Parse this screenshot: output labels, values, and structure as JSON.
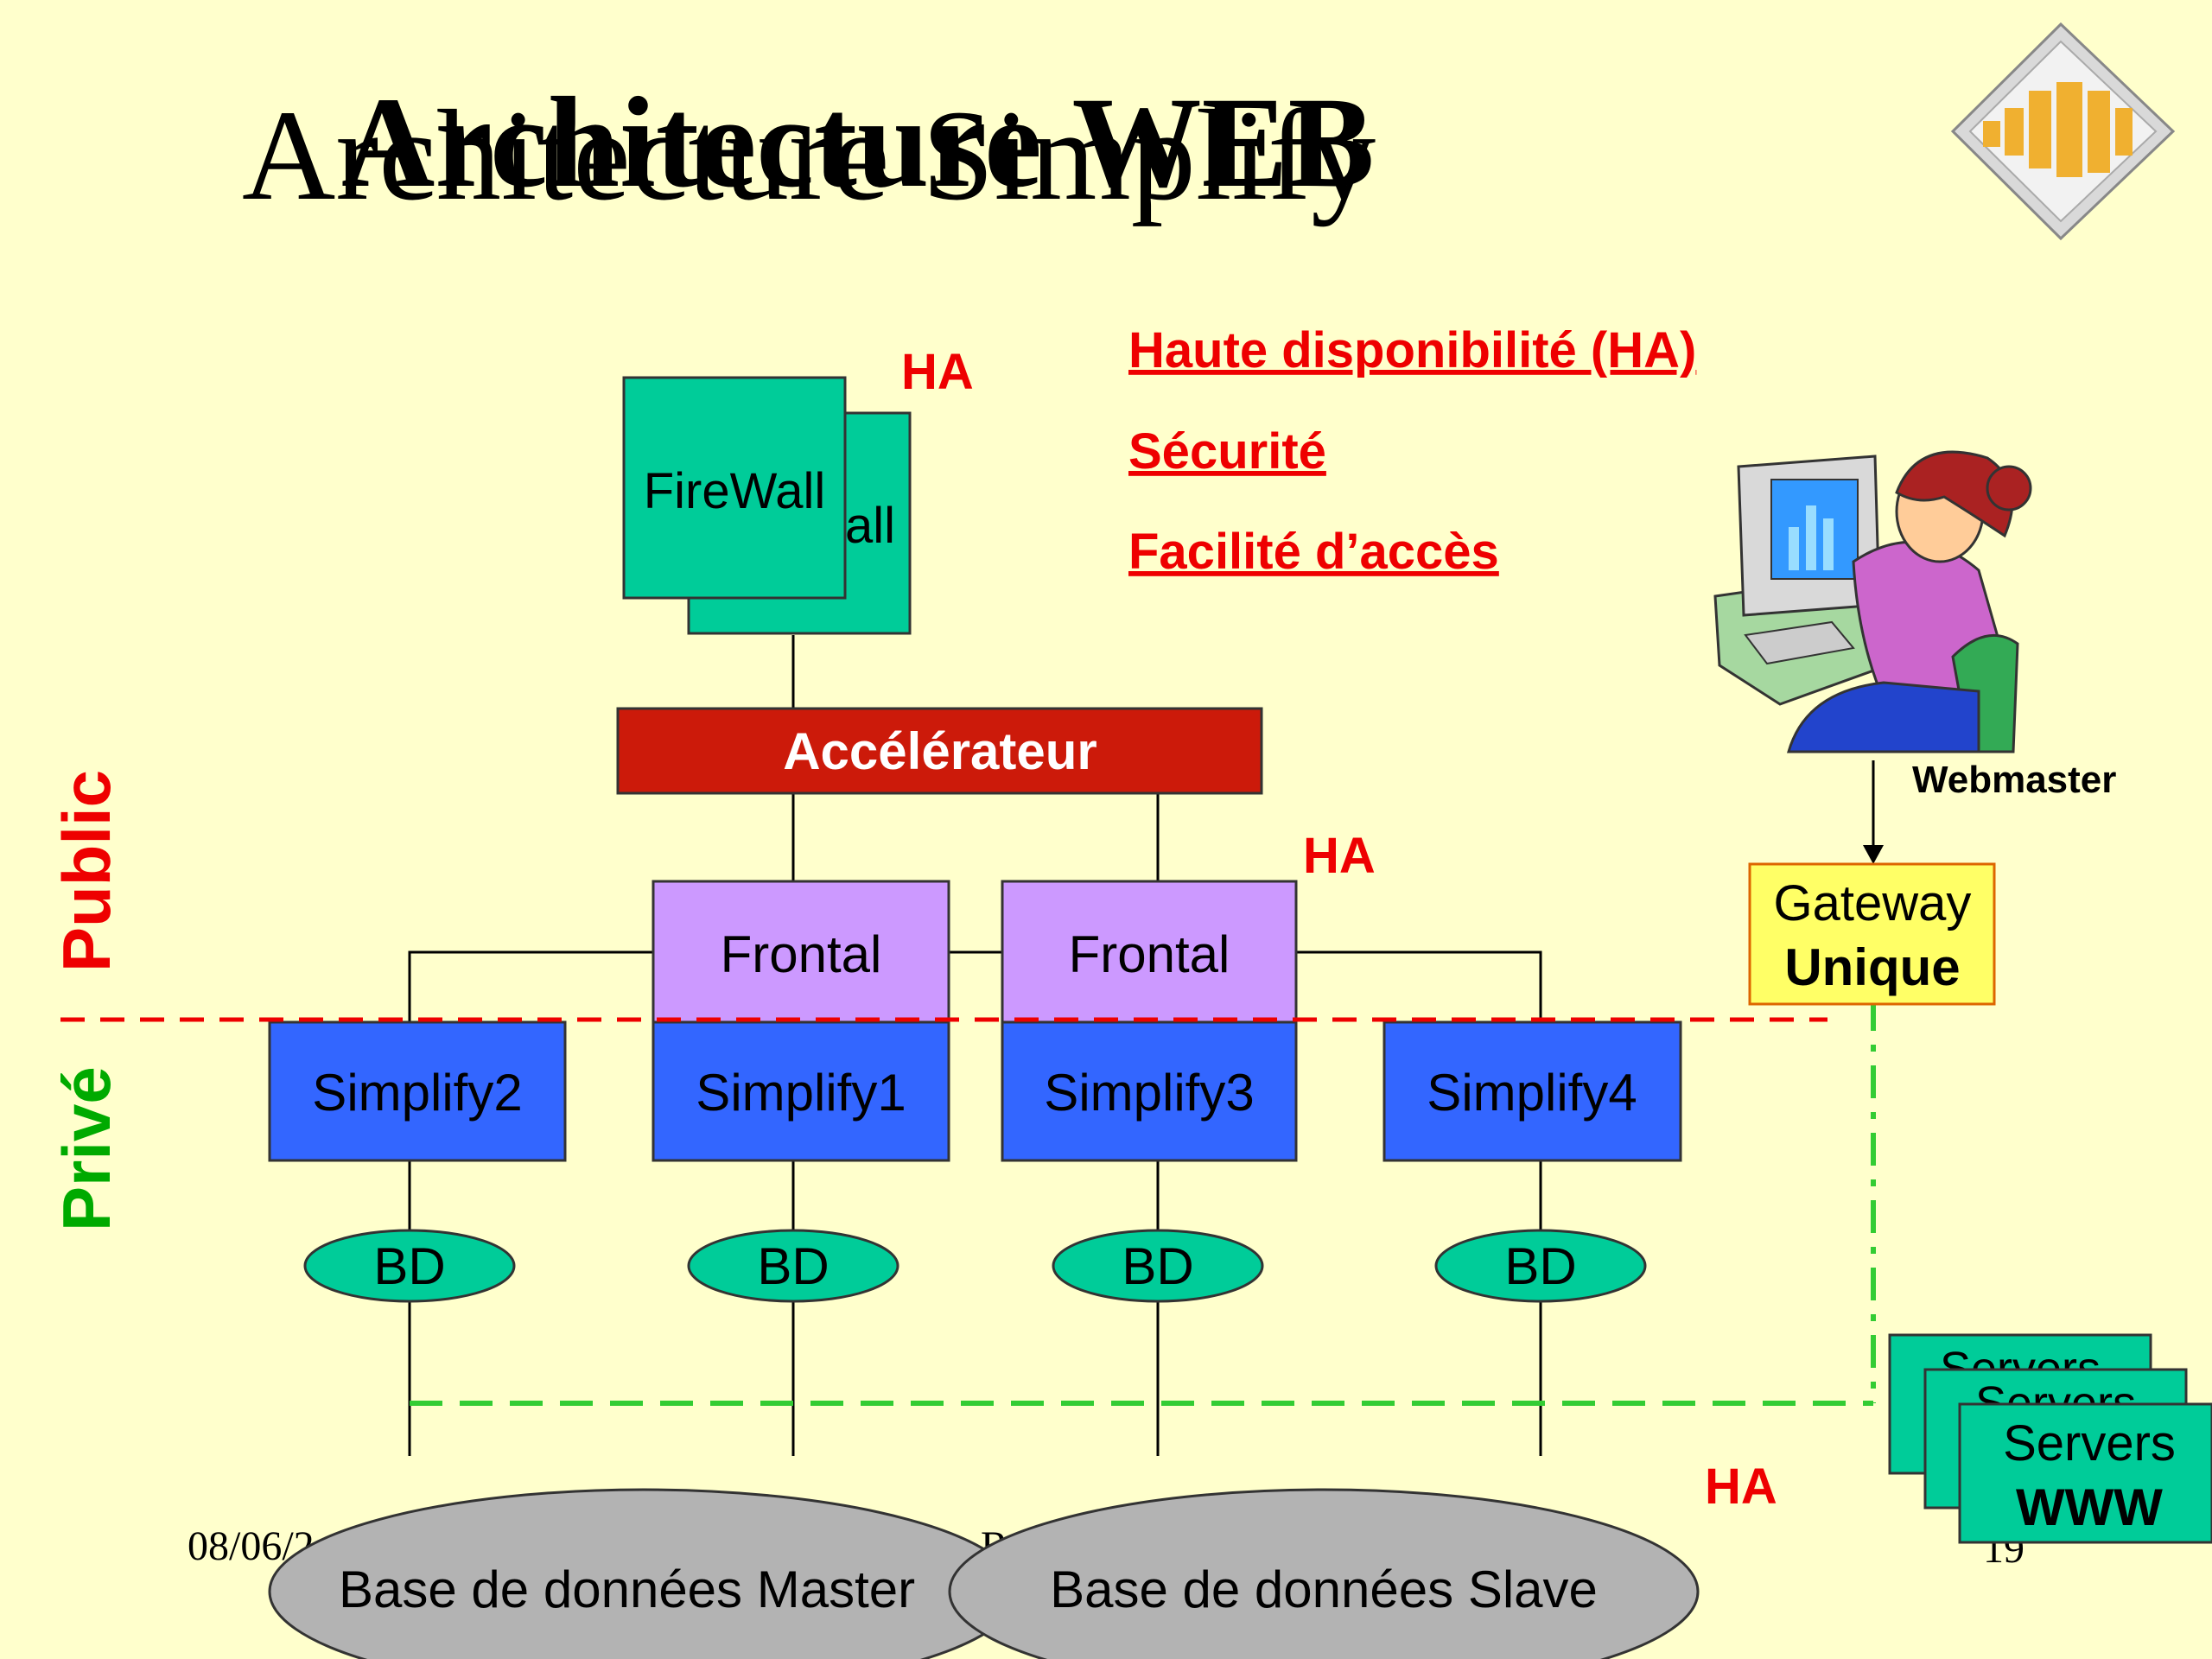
{
  "title": {
    "line_a": "Architecture Simplify",
    "line_b": "Architecture WEB"
  },
  "links": {
    "ha": "Haute disponibilité (HA)",
    "securite": "Sécurité",
    "facilite": "Facilité d’accès"
  },
  "ha_labels": {
    "top": "HA",
    "middle": "HA",
    "bottom": "HA"
  },
  "zones": {
    "public": "Public",
    "prive": "Privé"
  },
  "firewall": {
    "front": "FireWall",
    "back_partial": "all"
  },
  "accelerateur": "Accélérateur",
  "frontals": [
    "Frontal",
    "Frontal"
  ],
  "simplify": [
    "Simplify2",
    "Simplify1",
    "Simplify3",
    "Simplify4"
  ],
  "bd": [
    "BD",
    "BD",
    "BD",
    "BD"
  ],
  "databases": {
    "master": "Base de données Master",
    "slave": "Base de données Slave"
  },
  "webmaster": "Webmaster",
  "gateway": {
    "line1": "Gateway",
    "line2": "Unique"
  },
  "servers": {
    "back_label": "Servers",
    "mid_label": "Servers",
    "front_line1": "Servers",
    "front_line2": "WWW"
  },
  "footer": {
    "date_partial": "08/06/2",
    "page_partial": "19",
    "middle_partial": "R"
  },
  "colors": {
    "background": "#ffffcc",
    "firewall": "#00cc99",
    "accelerateur": "#cc1a0a",
    "frontal": "#cc99ff",
    "simplify": "#3366ff",
    "bd": "#00cc99",
    "database": "#b3b3b3",
    "gateway": "#ffff66",
    "public_text": "#ee0000",
    "prive_text": "#00aa00",
    "ha_text": "#ee0000",
    "public_line": "#ee0000",
    "private_line": "#33cc33"
  }
}
